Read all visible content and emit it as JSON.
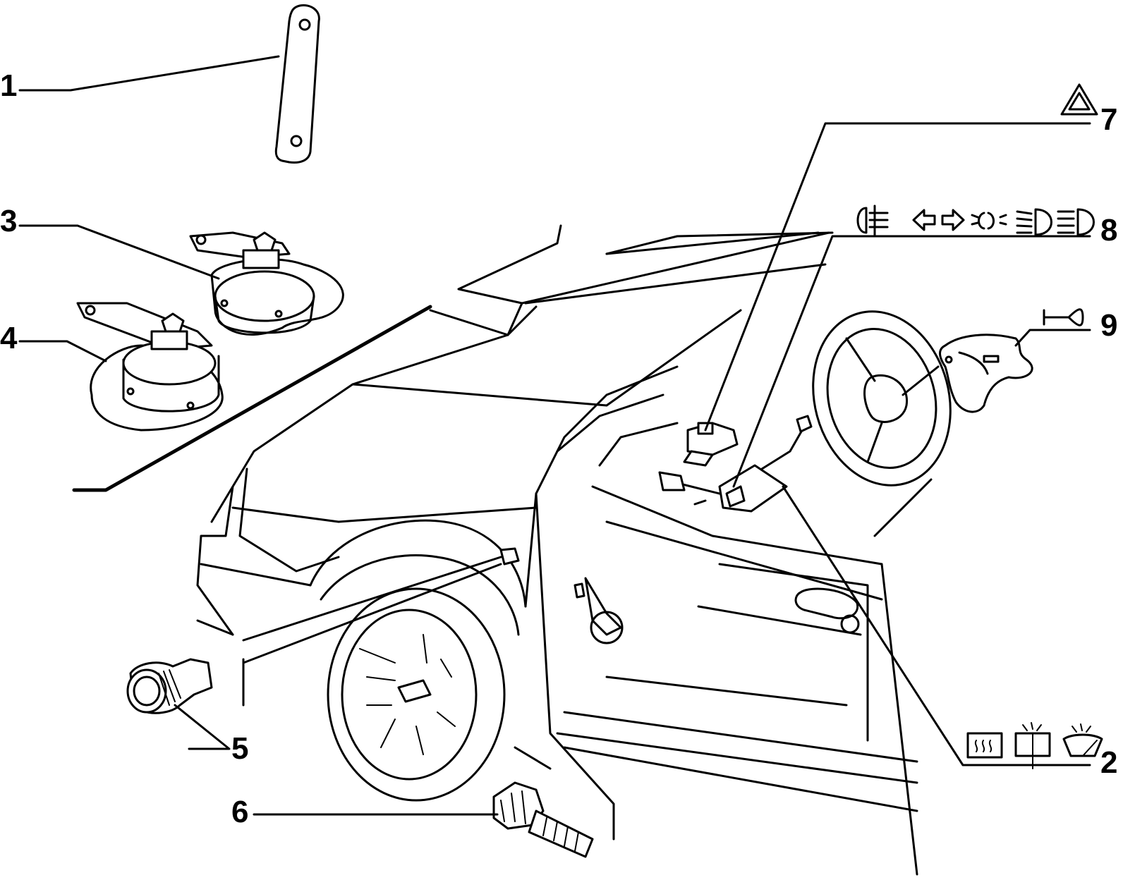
{
  "callouts": [
    {
      "id": "1",
      "label": "1"
    },
    {
      "id": "2",
      "label": "2"
    },
    {
      "id": "3",
      "label": "3"
    },
    {
      "id": "4",
      "label": "4"
    },
    {
      "id": "5",
      "label": "5"
    },
    {
      "id": "6",
      "label": "6"
    },
    {
      "id": "7",
      "label": "7"
    },
    {
      "id": "8",
      "label": "8"
    },
    {
      "id": "9",
      "label": "9"
    }
  ],
  "symbols": {
    "callout_7": [
      "hazard-warning-triangle-icon"
    ],
    "callout_8": [
      "fog-light-icon",
      "turn-left-arrow-icon",
      "turn-right-arrow-icon",
      "side-lights-icon",
      "low-beam-icon",
      "high-beam-icon"
    ],
    "callout_9": [
      "horn-icon"
    ],
    "callout_2": [
      "rear-defrost-icon",
      "washer-icon",
      "windshield-wiper-icon"
    ]
  }
}
